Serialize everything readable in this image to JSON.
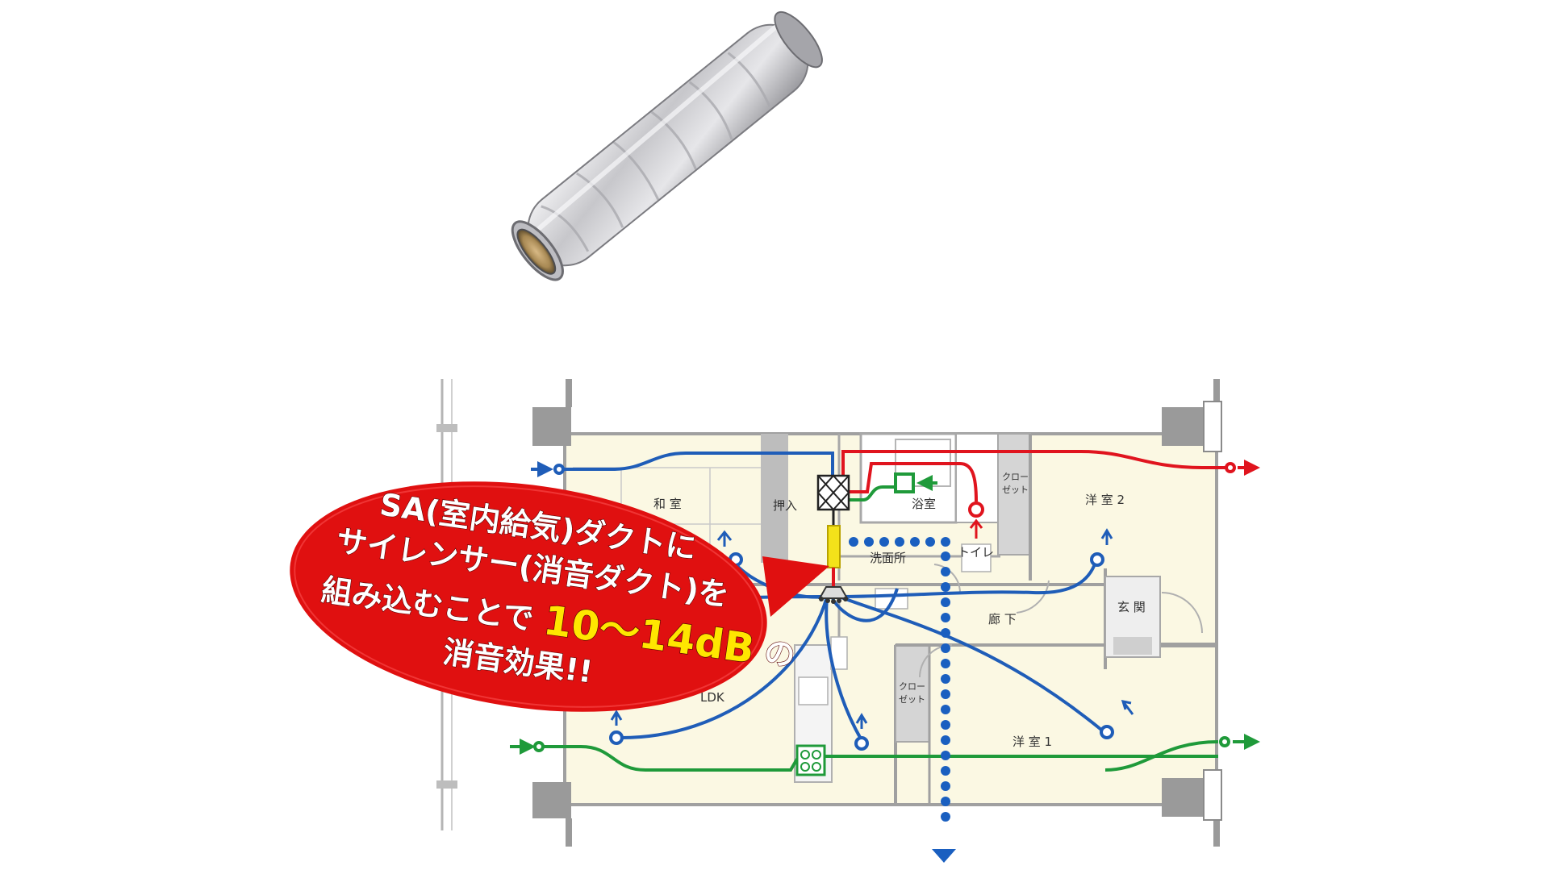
{
  "rooms": {
    "washitsu": "和 室",
    "oshiire": "押入",
    "yokushitsu": "浴室",
    "closet_top": "クロー\nゼット",
    "yoshitsu2": "洋 室 2",
    "senmenjo": "洗面所",
    "toilet": "トイレ",
    "rouka": "廊 下",
    "genkan": "玄 関",
    "ldk": "LDK",
    "closet_mid": "クロー\nゼット",
    "yoshitsu1": "洋 室 1"
  },
  "callout": {
    "line1": "SA(室内給気)ダクトに",
    "line2": "サイレンサー(消音ダクト)を",
    "line3_prefix": "組み込むことで",
    "line3_highlight": "10～14dB",
    "line3_suffix": "の",
    "line4": "消音効果!!"
  },
  "colors": {
    "supply_duct": "#1f5db8",
    "exhaust_duct": "#e0141e",
    "green_duct": "#1f9a3a",
    "dotted_path": "#1a5fc0",
    "callout_fill": "#e01010",
    "silencer_fill": "#f3e21a",
    "floor_fill": "#fbf8e3",
    "wall_fill": "#9a9a9a",
    "silencer_product": "#c9c9cc"
  }
}
